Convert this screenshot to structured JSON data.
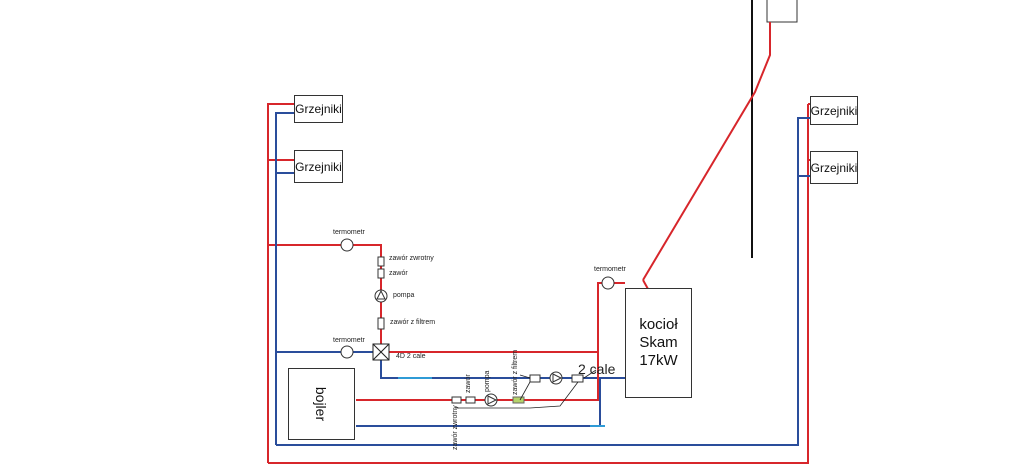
{
  "colors": {
    "supply": "#d7262b",
    "return": "#2a4d9b",
    "return_light": "#2f9bd6",
    "chimney": "#111111",
    "filter": "#b5d36b"
  },
  "radiators": {
    "left_top": "Grzejniki",
    "left_bottom": "Grzejniki",
    "right_top": "Grzejniki",
    "right_bottom": "Grzejniki"
  },
  "boiler": {
    "line1": "kocioł",
    "line2": "Skam",
    "line3": "17kW"
  },
  "tank": {
    "label": "bojler"
  },
  "labels": {
    "thermometer_top": "termometr",
    "thermometer_mid": "termometr",
    "thermometer_boiler": "termometr",
    "check_valve_v": "zawór zwrotny",
    "valve_v": "zawór",
    "pump_v": "pompa",
    "filter_valve_v": "zawór z filtrem",
    "mixer": "4D 2 cale",
    "pipe_size": "2 cale",
    "check_valve_h": "zawór zwrotny",
    "valve_h": "zawór",
    "pump_h": "pompa",
    "filter_valve_h": "zawór z filtrem"
  }
}
